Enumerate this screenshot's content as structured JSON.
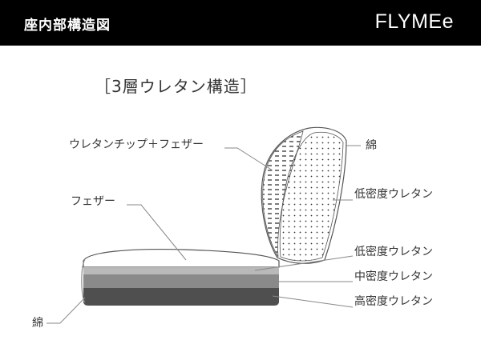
{
  "header": {
    "title": "座内部構造図",
    "brand": "FLYMEe"
  },
  "diagram": {
    "title": "［3層ウレタン構造］",
    "labels": {
      "back_chip_feather": "ウレタンチップ＋フェザー",
      "back_cotton": "綿",
      "back_low_density": "低密度ウレタン",
      "seat_feather": "フェザー",
      "seat_low_density": "低密度ウレタン",
      "seat_mid_density": "中密度ウレタン",
      "seat_high_density": "高密度ウレタン",
      "seat_cotton": "綿"
    },
    "colors": {
      "header_bg": "#000000",
      "layer_low": "#b9b9b9",
      "layer_mid": "#8a8a8a",
      "layer_high": "#4f4f4f",
      "leader": "#888888"
    }
  }
}
